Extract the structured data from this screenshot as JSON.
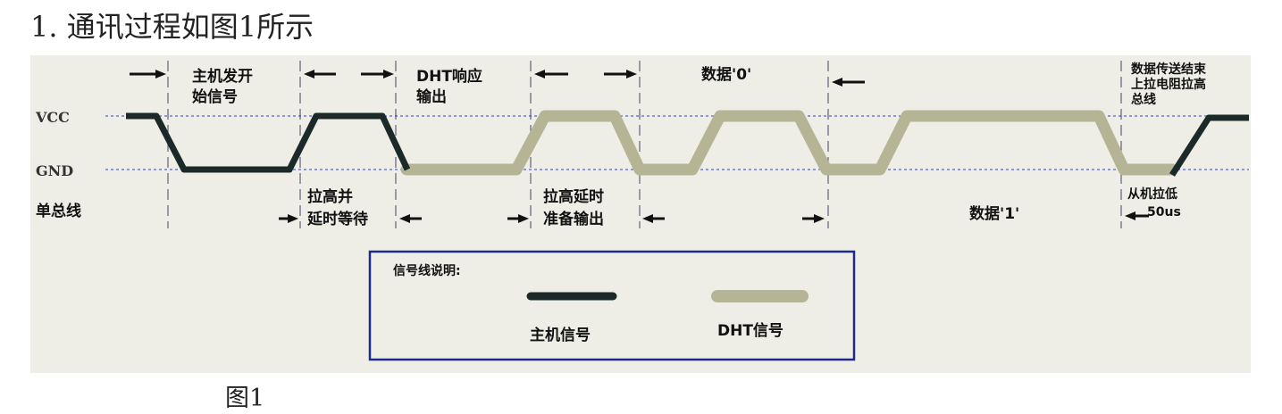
{
  "heading": "1. 通讯过程如图1所示",
  "caption": "图1",
  "colors": {
    "host": "#1b2a28",
    "dht": "#b5b596",
    "panel": "#eeeee6",
    "legend_border": "#1c2a8a",
    "axis_line": "#5566bb"
  },
  "diagram": {
    "vcc_label": "VCC",
    "gnd_label": "GND",
    "bus_label": "单总线",
    "phases_top": [
      {
        "key": "host_start",
        "lines": [
          "主机发开",
          "始信号"
        ]
      },
      {
        "key": "dht_resp",
        "lines": [
          "DHT响应",
          "输出"
        ]
      },
      {
        "key": "data0",
        "lines": [
          "数据'0'"
        ]
      },
      {
        "key": "end",
        "lines": [
          "数据传送结束",
          "上拉电阻拉高",
          "总线"
        ]
      }
    ],
    "phases_bottom": [
      {
        "key": "pullup_wait",
        "lines": [
          "拉高并",
          "延时等待"
        ]
      },
      {
        "key": "pullup_ready",
        "lines": [
          "拉高延时",
          "准备输出"
        ]
      },
      {
        "key": "data1",
        "lines": [
          "数据'1'"
        ]
      },
      {
        "key": "slave_low",
        "lines": [
          "从机拉低",
          "50us"
        ]
      }
    ]
  },
  "legend": {
    "title": "信号线说明:",
    "host_label": "主机信号",
    "dht_label": "DHT信号"
  }
}
